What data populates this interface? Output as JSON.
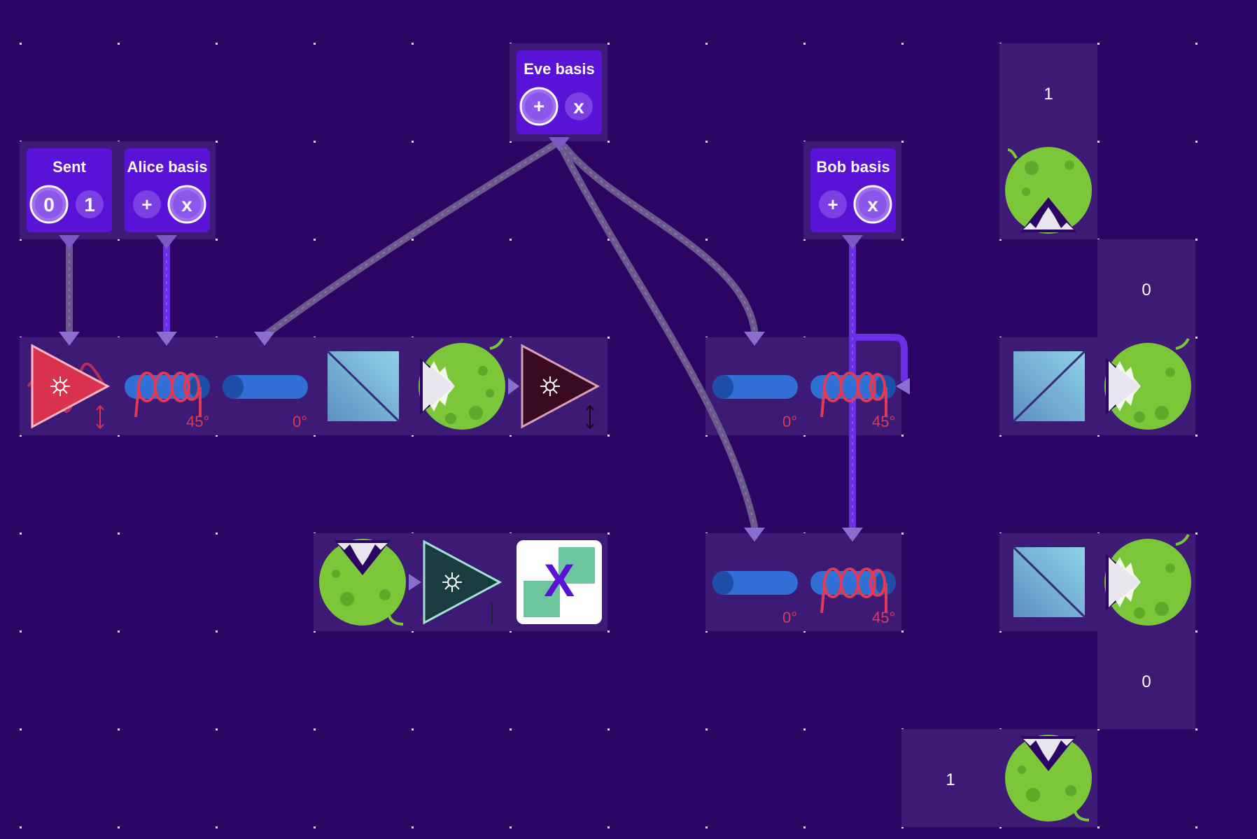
{
  "controls": {
    "sent": {
      "title": "Sent",
      "options": [
        "0",
        "1"
      ],
      "selected": "0"
    },
    "alice_basis": {
      "title": "Alice basis",
      "options": [
        "+",
        "x"
      ],
      "selected": "x"
    },
    "eve_basis": {
      "title": "Eve basis",
      "options": [
        "+",
        "x"
      ],
      "selected": "+"
    },
    "bob_basis": {
      "title": "Bob basis",
      "options": [
        "+",
        "x"
      ],
      "selected": "x"
    }
  },
  "angles": {
    "alice_rotator": "45°",
    "alice_phase": "0°",
    "eve_phase": "0°",
    "eve_rotator": "45°",
    "bob_phase": "0°",
    "bob_rotator": "45°"
  },
  "detector_labels": {
    "top": "1",
    "right_upper": "0",
    "right_lower": "0",
    "bottom": "1"
  },
  "result": {
    "symbol": "X",
    "meaning": "mismatch"
  },
  "colors": {
    "background": "#2a0563",
    "tile": "#3d1a75",
    "control": "#5a12d6",
    "laser_alice": "#d8324f",
    "laser_eve": "#1a3b3f",
    "laser_bob": "#3a0a22",
    "detector": "#7cc63a",
    "rotator": "#e23a55",
    "phase": "#2f6fd6",
    "splitter": "#6ab8d8",
    "wire_grey": "#6a5a8c",
    "wire_purple": "#6a2ee6"
  }
}
